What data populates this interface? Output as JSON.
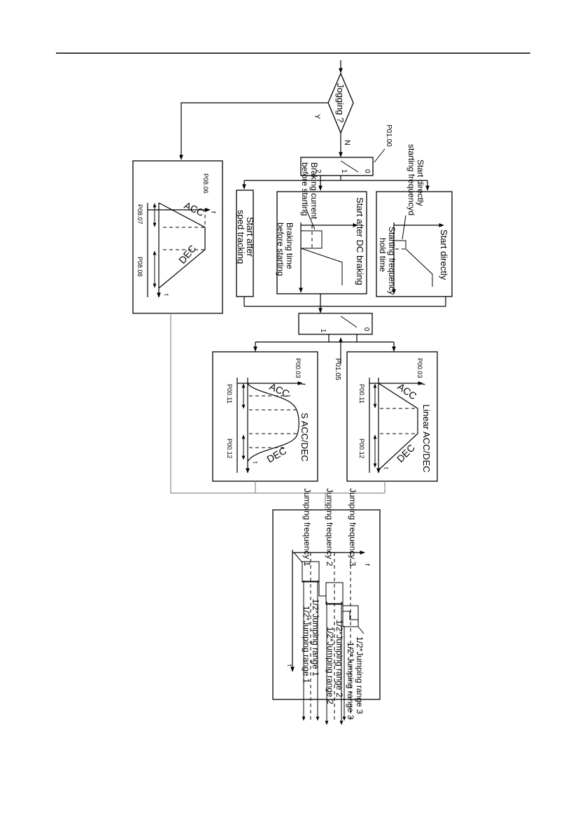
{
  "header_rule": true,
  "decision": {
    "label": "Jogging ?",
    "yes": "Y",
    "no": "N"
  },
  "params": {
    "start_mode": "P01.00",
    "acc_dec_mode": "P01.05",
    "jog_freq": "P08.06",
    "jog_acc": "P08.07",
    "jog_dec": "P08.08",
    "max_freq": "P00.03",
    "acc_time": "P00.11",
    "dec_time": "P00.12"
  },
  "switch_labels": {
    "zero": "0",
    "one": "1",
    "two": "2"
  },
  "start_modes": {
    "direct_title": "Start directly",
    "direct_caption_line1": "Start directly",
    "direct_caption_line2": "starting frequencyd",
    "direct_hold_line1": "Starting frequency",
    "direct_hold_line2": "hold time",
    "dc_title": "Start after DC braking",
    "dc_current_line1": "Braking current",
    "dc_current_line2": "before starting",
    "dc_time_line1": "Braking time",
    "dc_time_line2": "before starting",
    "tracking_line1": "Start after",
    "tracking_line2": "sped tracking"
  },
  "curves": {
    "acc": "ACC",
    "dec": "DEC",
    "f_axis": "f",
    "t_axis": "t",
    "linear_title": "Linear ACC/DEC",
    "s_title": "S ACC/DEC"
  },
  "jumping": {
    "freq1": "Jumping frequency 1",
    "freq2": "Jumping frequency 2",
    "freq3": "Jumping frequency 3",
    "range1_a": "1/2*Jumping range 1",
    "range1_b": "1/2*Jumping range 1",
    "range2_a": "1/2*Jumping range 2",
    "range2_b": "1/2*Jumping range 2",
    "range3_a": "1/2*Jumping range 3",
    "range3_b": "1/2*Jumping range 3",
    "f_axis": "f",
    "t_axis": "t"
  }
}
